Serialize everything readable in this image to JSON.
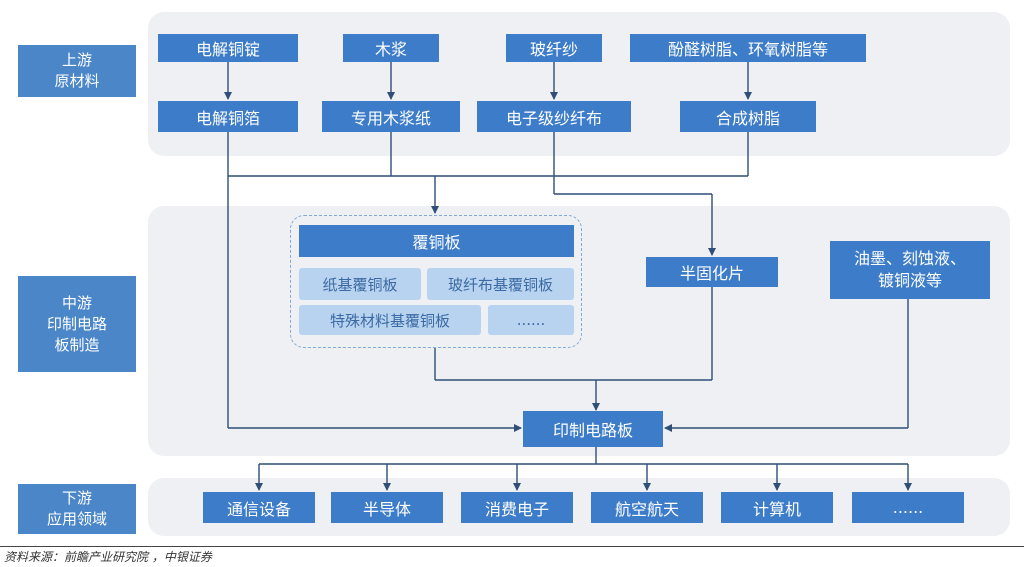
{
  "stages": {
    "upstream": [
      "上游",
      "原材料"
    ],
    "midstream": [
      "中游",
      "印制电路",
      "板制造"
    ],
    "downstream": [
      "下游",
      "应用领域"
    ]
  },
  "upstream": {
    "raw": [
      "电解铜锭",
      "木浆",
      "玻纤纱",
      "酚醛树脂、环氧树脂等"
    ],
    "processed": [
      "电解铜箔",
      "专用木浆纸",
      "电子级纱纤布",
      "合成树脂"
    ]
  },
  "midstream": {
    "ccl_title": "覆铜板",
    "ccl_types": [
      "纸基覆铜板",
      "玻纤布基覆铜板",
      "特殊材料基覆铜板",
      "......"
    ],
    "prepreg": "半固化片",
    "chemicals": [
      "油墨、刻蚀液、",
      "镀铜液等"
    ],
    "pcb": "印制电路板"
  },
  "downstream": [
    "通信设备",
    "半导体",
    "消费电子",
    "航空航天",
    "计算机",
    "......"
  ],
  "source": "资料来源：前瞻产业研究院 ，中银证券",
  "colors": {
    "dark_box": "#3d7cc9",
    "light_box": "#b8d3f0",
    "stage": "#4a86c8",
    "band": "#eef0f3",
    "arrow": "#2f4f77"
  }
}
